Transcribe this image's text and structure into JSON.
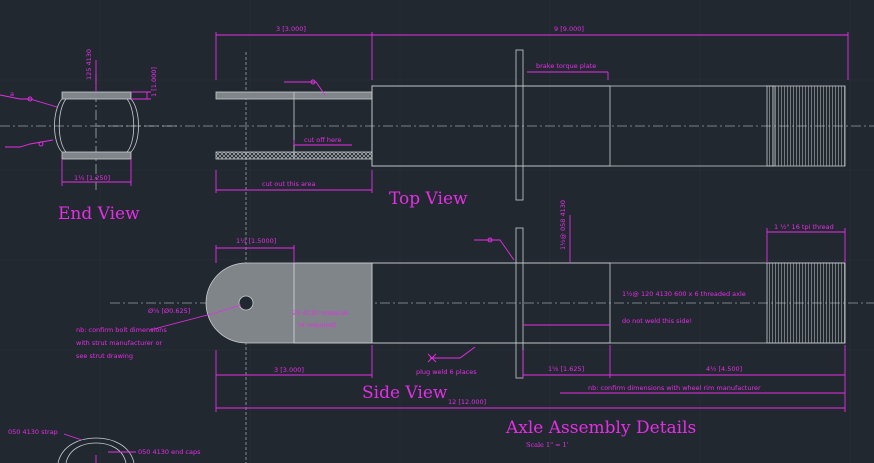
{
  "titles": {
    "end_view": "End View",
    "top_view": "Top View",
    "side_view": "Side View",
    "main": "Axle Assembly Details",
    "scale": "Scale 1\" = 1'"
  },
  "annotations": {
    "dim_3_top": "3 [3.000]",
    "dim_9_top": "9 [9.000]",
    "brake_torque_plate": "brake torque plate",
    "cut_off_here": "cut off here",
    "cut_out_this_area": "cut out this area",
    "dim_125_4130": "125 4130",
    "dim_1_1000": "1 [1.000]",
    "dim_1_14": "1¼ [1.250]",
    "dim_1_12": "1½ [1.5000]",
    "dim_058_4130": "1½@ 058 4130",
    "dim_thread": "1 ½\" 16 tpi thread",
    "dim_5_8": "Ø⅝ [Ø0.625]",
    "note_bolt": [
      "nb: confirm bolt dimensions",
      "with strut manufacturer or",
      "see strut drawing"
    ],
    "material": [
      "25 4130 material",
      "(4 required)"
    ],
    "threaded_axle": "1½@ 120 4130 600 x 6 threaded axle",
    "do_not_weld": "do not weld this side!",
    "plug_weld": "plug weld 6 places",
    "dim_3_side": "3 [3.000]",
    "dim_1_58": "1⅝ [1.625]",
    "dim_4_12": "4½ [4.500]",
    "note_wheel_rim": "nb: confirm dimensions with wheel rim manufacturer",
    "dim_12_overall": "12 [12.000]",
    "strap": "050 4130 strap",
    "end_caps": "050 4130 end caps"
  },
  "colors": {
    "background": "#212830",
    "annotation": "#e62ee6",
    "geometry": "#c9ccd0",
    "fill": "#7f8589"
  }
}
